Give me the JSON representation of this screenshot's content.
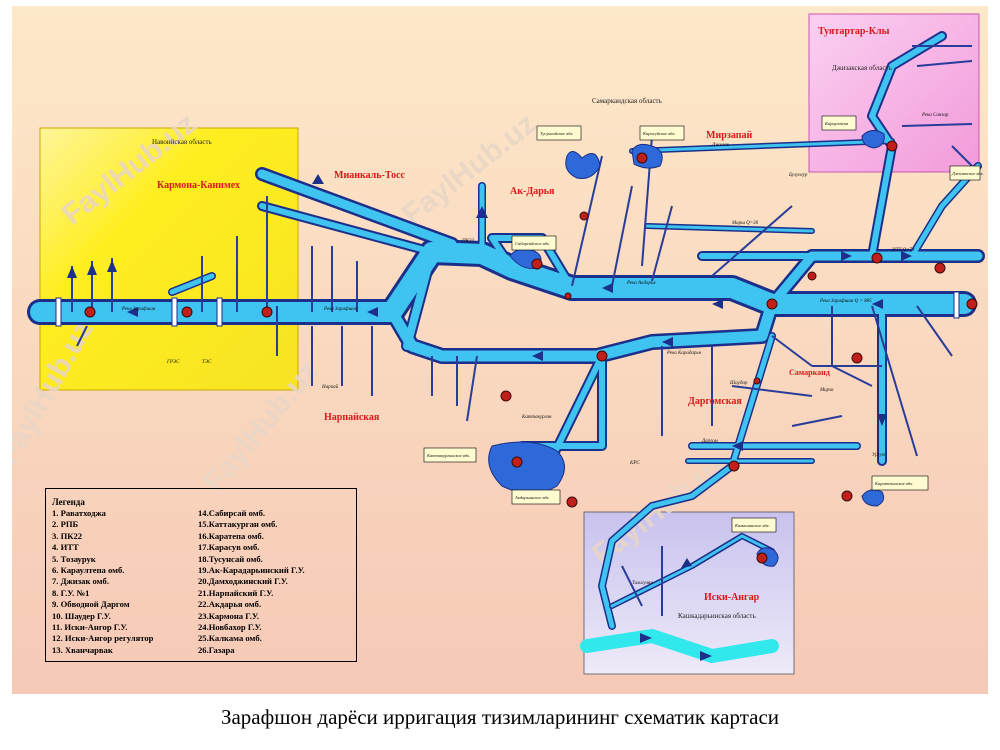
{
  "caption": "Зарафшон дарёси ирригация тизимларининг схематик картаси",
  "watermark": "FaylHub.uz",
  "colors": {
    "background_top": "#fde6c8",
    "background_bottom": "#f7cdb8",
    "navoi_area": "#fff133",
    "tuyatartar_area": "#f6b4e9",
    "iskiangar_area": "#d9d4f2",
    "canal": "#3fc3f0",
    "canal_outline": "#1c2f8a",
    "region_label": "#d81919",
    "node": "#c1201a"
  },
  "regions": {
    "navoi_oblast": "Навоийская область",
    "karmana": "Кармона-Канимех",
    "miankal": "Мианкаль-Тосс",
    "akdarya": "Ак-Дарья",
    "mirzapay": "Мирзапай",
    "samarkand_oblast": "Самаркандская область",
    "tuyatartar": "Туятартар-Клы",
    "jizzakh_oblast": "Джизакская область",
    "narpay": "Нарпайская",
    "dargom": "Даргомская",
    "samarkand": "Самарканд",
    "iskiangar": "Иски-Ангар",
    "kashkadarya_oblast": "Кашкадарьинская область"
  },
  "labels": {
    "river_zarafshan": "Река Зарафшан",
    "river_akdarya": "Река Акдарья",
    "river_karadarya": "Река Карадарья",
    "zarafshan_q": "Река Зарафшан Q = 885",
    "gres": "ГРЭС",
    "tps": "ТЭС",
    "narpay": "Нарпай",
    "mirza": "Мирза",
    "dargom": "Даргом",
    "shaudar": "Шаудар",
    "mars": "Марш Q=30",
    "bulungur": "Булунгур",
    "jizzakh": "Джизак",
    "ittq": "ИТТ Q=73",
    "urgut": "Ургут",
    "krs": "КРС",
    "taligulyan": "Талигулян",
    "kattakurgan": "Каттакурган",
    "pk22": "ПК22",
    "reka_sanzar": "Река Санзар"
  },
  "reservoirs": {
    "tuyabuguz": "Тусунсайское вдх.",
    "karasu": "Карасуйское вдх.",
    "sabirsay": "Сабирсайское вдх.",
    "kattakurgan": "Каттакурганское вдх.",
    "akdarya": "Акдарьинское вдх.",
    "kamashi": "Камашинское вдх.",
    "karatepa": "Каратепинское вдх.",
    "jizzakh": "Джизакское вдх.",
    "karaultepa": "Караултепа"
  },
  "legend": {
    "title": "Легенда",
    "col1": [
      "1.   Раватходжа",
      "2.   РПБ",
      "3.   ПК22",
      "4.   ИТТ",
      "5.   Тозаурук",
      "6.   Караултепа омб.",
      "7.   Джизак омб.",
      "8.   Г.У. №1",
      "9.   Обводной Даргом",
      "10. Шаудер Г.У.",
      "11. Иски-Ангор Г.У.",
      "12. Иски-Ангор регулятор",
      "13. Хванчарвак"
    ],
    "col2": [
      "14.Сабирсай омб.",
      "15.Каттакурган омб.",
      "16.Каратепа омб.",
      "17.Карасув омб.",
      "18.Тусунсай омб.",
      "19.Ак-Карадарьинский Г.У.",
      "20.Дамходжинский Г.У.",
      "21.Нарпайский Г.У.",
      "22.Акдарья омб.",
      "23.Кармона Г.У.",
      "24.Новбахор Г.У.",
      "25.Калкама омб.",
      "26.Газара"
    ]
  }
}
